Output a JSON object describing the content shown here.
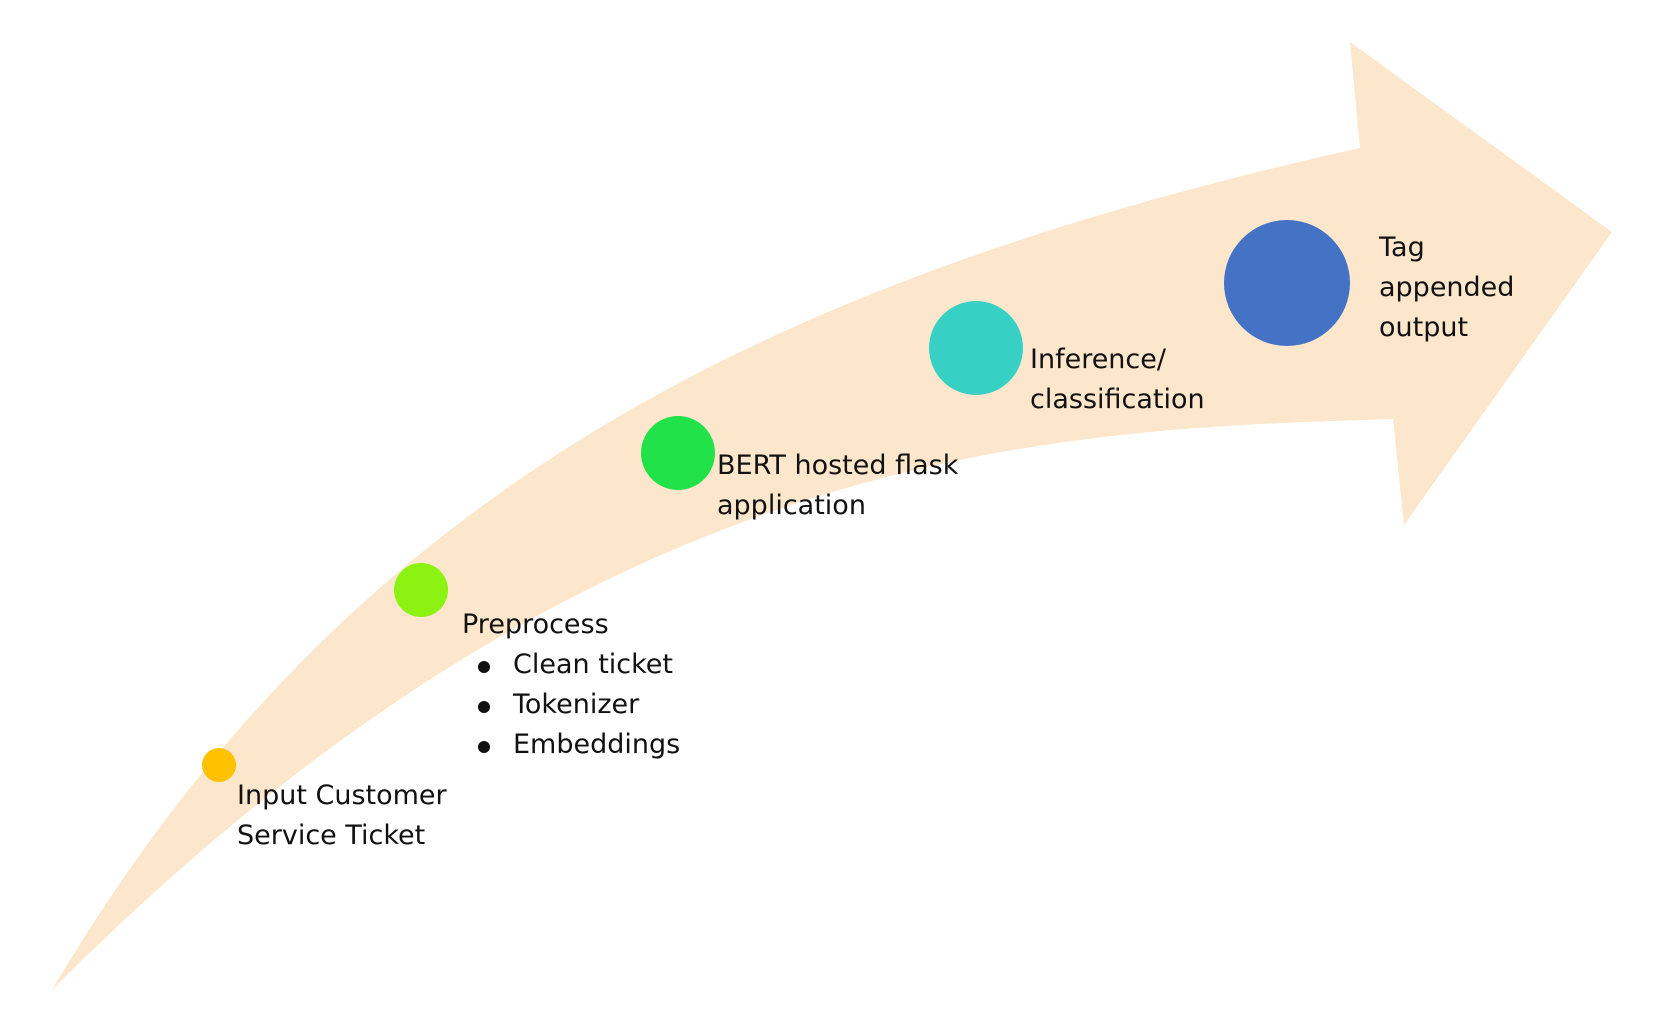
{
  "arrow": {
    "fill": "#fde7cc"
  },
  "steps": [
    {
      "id": "input",
      "color": "#ffc000",
      "lines": [
        "Input Customer",
        "Service Ticket"
      ]
    },
    {
      "id": "preprocess",
      "color": "#8cf212",
      "lines": [
        "Preprocess"
      ],
      "bullets": [
        "Clean ticket",
        "Tokenizer",
        "Embeddings"
      ]
    },
    {
      "id": "bert",
      "color": "#22e24a",
      "lines": [
        "BERT hosted flask",
        "application"
      ]
    },
    {
      "id": "inference",
      "color": "#36d1c4",
      "lines": [
        "Inference/",
        "classification"
      ]
    },
    {
      "id": "output",
      "color": "#4472c4",
      "lines": [
        "Tag",
        "appended",
        "output"
      ]
    }
  ]
}
